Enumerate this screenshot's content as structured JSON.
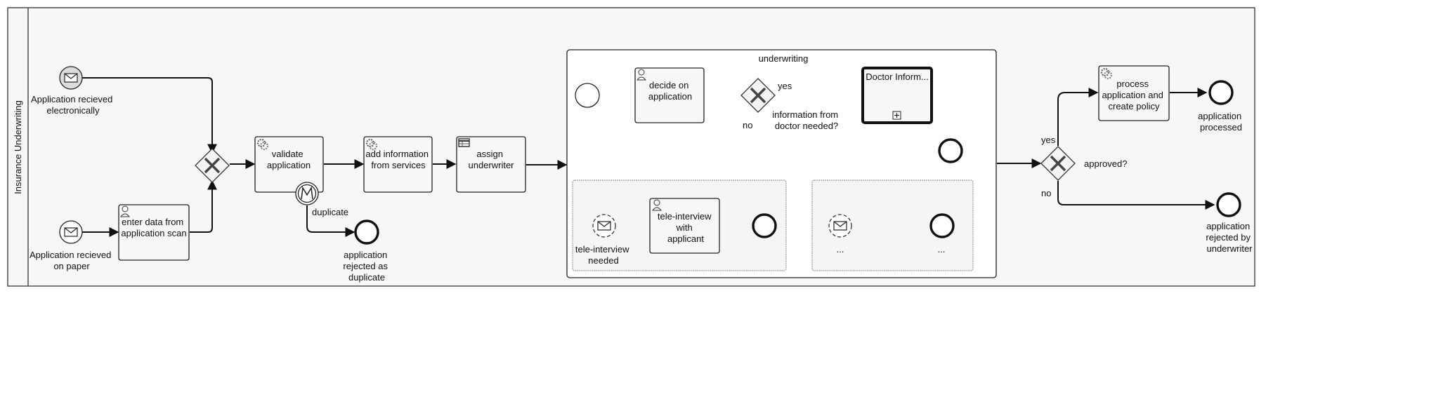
{
  "pool": {
    "name": "Insurance Underwriting"
  },
  "events": {
    "start_electronic": "Application recieved electronically",
    "start_paper": "Application recieved on paper",
    "end_duplicate": "application rejected as duplicate",
    "end_processed": "application processed",
    "end_rejected": "application rejected by underwriter",
    "tele_start": "tele-interview needed",
    "event_sub_start": "...",
    "event_sub_end": "..."
  },
  "tasks": {
    "enter_data": "enter data from application scan",
    "validate": "validate application",
    "add_info": "add information from services",
    "assign": "assign underwriter",
    "decide": "decide on application",
    "doctor": "Doctor Inform...",
    "tele_interview": "tele-interview with applicant",
    "process": "process application and create policy"
  },
  "subprocess": {
    "name": "underwriting"
  },
  "gateways": {
    "doctor_question": "information from doctor needed?",
    "approved_question": "approved?"
  },
  "flow_labels": {
    "duplicate": "duplicate",
    "yes_doctor": "yes",
    "no_doctor": "no",
    "yes_approved": "yes",
    "no_approved": "no"
  },
  "colors": {
    "stroke": "#222222",
    "task_fill": "#f7f7f7",
    "pool_fill": "#f7f7f7"
  }
}
